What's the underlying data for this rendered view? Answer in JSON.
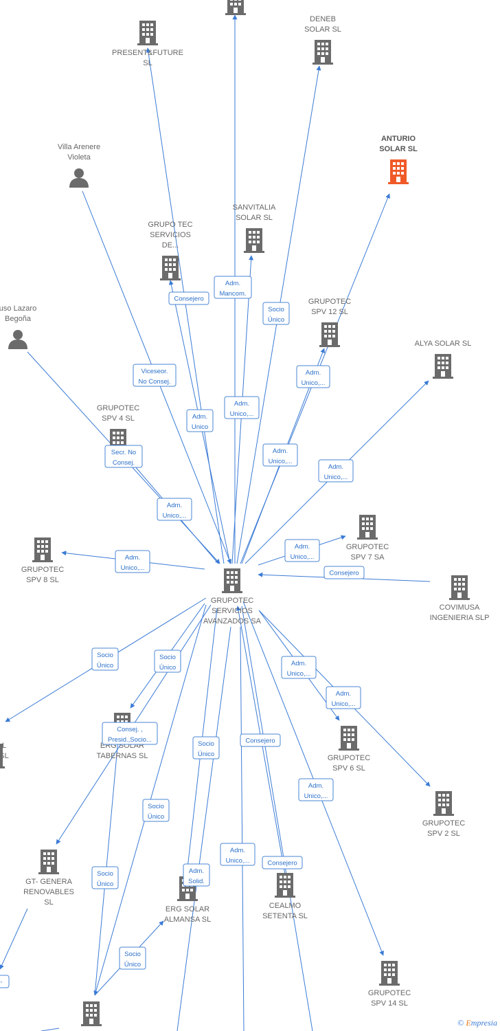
{
  "colors": {
    "edge": "#3a7bd5",
    "building": "#6b6b6b",
    "highlight": "#f05a28",
    "person": "#6b6b6b"
  },
  "nodes": [
    {
      "id": "n_pf",
      "type": "company",
      "lines": [
        "PRESENT&FUTURE",
        "SL"
      ]
    },
    {
      "id": "n_top",
      "type": "company",
      "lines": []
    },
    {
      "id": "n_deneb",
      "type": "company",
      "lines": [
        "DENEB",
        "SOLAR  SL"
      ]
    },
    {
      "id": "n_anturio",
      "type": "company",
      "highlight": true,
      "lines": [
        "ANTURIO",
        "SOLAR  SL"
      ]
    },
    {
      "id": "n_villa",
      "type": "person",
      "lines": [
        "Villa Arenere",
        "Violeta"
      ]
    },
    {
      "id": "n_sanvitalia",
      "type": "company",
      "lines": [
        "SANVITALIA",
        "SOLAR SL"
      ]
    },
    {
      "id": "n_gtsd",
      "type": "company",
      "lines": [
        "GRUPO TEC",
        "SERVICIOS",
        "DE..."
      ]
    },
    {
      "id": "n_lazaro",
      "type": "person",
      "lines": [
        "uso Lazaro",
        "Begoña"
      ]
    },
    {
      "id": "n_spv12",
      "type": "company",
      "lines": [
        "GRUPOTEC",
        "SPV 12  SL"
      ]
    },
    {
      "id": "n_alya",
      "type": "company",
      "lines": [
        "ALYA SOLAR  SL"
      ]
    },
    {
      "id": "n_spv4",
      "type": "company",
      "lines": [
        "GRUPOTEC",
        "SPV 4  SL"
      ]
    },
    {
      "id": "n_spv8",
      "type": "company",
      "lines": [
        "GRUPOTEC",
        "SPV 8  SL"
      ]
    },
    {
      "id": "n_spv7",
      "type": "company",
      "lines": [
        "GRUPOTEC",
        "SPV 7 SA"
      ]
    },
    {
      "id": "n_covimusa",
      "type": "company",
      "lines": [
        "COVIMUSA",
        "INGENIERIA SLP"
      ]
    },
    {
      "id": "n_center",
      "type": "company",
      "lines": [
        "GRUPOTEC",
        "SERVICIOS",
        "AVANZADOS SA"
      ]
    },
    {
      "id": "n_left",
      "type": "company",
      "lines": [
        "L",
        "SL"
      ]
    },
    {
      "id": "n_erg_tab",
      "type": "company",
      "lines": [
        "ERG SOLAR",
        "TABERNAS  SL"
      ]
    },
    {
      "id": "n_spv6",
      "type": "company",
      "lines": [
        "GRUPOTEC",
        "SPV 6  SL"
      ]
    },
    {
      "id": "n_spv2",
      "type": "company",
      "lines": [
        "GRUPOTEC",
        "SPV 2  SL"
      ]
    },
    {
      "id": "n_gtgenera",
      "type": "company",
      "lines": [
        "GT- GENERA",
        "RENOVABLES",
        "SL"
      ]
    },
    {
      "id": "n_erg_alm",
      "type": "company",
      "lines": [
        "ERG SOLAR",
        "ALMANSA  SL"
      ]
    },
    {
      "id": "n_cealmo",
      "type": "company",
      "lines": [
        "CEALMO",
        "SETENTA  SL"
      ]
    },
    {
      "id": "n_spv14",
      "type": "company",
      "lines": [
        "GRUPOTEC",
        "SPV 14  SL"
      ]
    },
    {
      "id": "n_bottom",
      "type": "company",
      "lines": []
    }
  ],
  "relations": [
    {
      "id": "r1",
      "lines": [
        "Adm.",
        "Mancom."
      ]
    },
    {
      "id": "r2",
      "lines": [
        "Consejero"
      ]
    },
    {
      "id": "r3",
      "lines": [
        "Socio",
        "Único"
      ]
    },
    {
      "id": "r4",
      "lines": [
        "Viceseor.",
        "No Consej."
      ]
    },
    {
      "id": "r5",
      "lines": [
        "Adm.",
        "Unico,..."
      ]
    },
    {
      "id": "r6",
      "lines": [
        "Adm.",
        "Unico,..."
      ]
    },
    {
      "id": "r7",
      "lines": [
        "Adm.",
        "Unico"
      ]
    },
    {
      "id": "r8",
      "lines": [
        "Secr.  No",
        "Consej."
      ]
    },
    {
      "id": "r9",
      "lines": [
        "Adm.",
        "Unico,..."
      ]
    },
    {
      "id": "r10",
      "lines": [
        "Adm.",
        "Unico,..."
      ]
    },
    {
      "id": "r11",
      "lines": [
        "Adm.",
        "Unico,..."
      ]
    },
    {
      "id": "r12",
      "lines": [
        "Adm.",
        "Unico,..."
      ]
    },
    {
      "id": "r13",
      "lines": [
        "Adm.",
        "Unico,..."
      ]
    },
    {
      "id": "r14",
      "lines": [
        "Consejero"
      ]
    },
    {
      "id": "r15",
      "lines": [
        "Socio",
        "Único"
      ]
    },
    {
      "id": "r16",
      "lines": [
        "Socio",
        "Único"
      ]
    },
    {
      "id": "r17",
      "lines": [
        "Adm.",
        "Unico,..."
      ]
    },
    {
      "id": "r18",
      "lines": [
        "Adm.",
        "Unico,..."
      ]
    },
    {
      "id": "r19",
      "lines": [
        "Consej. ,",
        "Presid.,Socio..."
      ]
    },
    {
      "id": "r20",
      "lines": [
        "Socio",
        "Único"
      ]
    },
    {
      "id": "r21",
      "lines": [
        "Consejero"
      ]
    },
    {
      "id": "r22",
      "lines": [
        "Adm.",
        "Unico,..."
      ]
    },
    {
      "id": "r23",
      "lines": [
        "Socio",
        "Único"
      ]
    },
    {
      "id": "r24",
      "lines": [
        "Adm.",
        "Unico,..."
      ]
    },
    {
      "id": "r25",
      "lines": [
        "Consejero"
      ]
    },
    {
      "id": "r26",
      "lines": [
        "Adm.",
        "Solid."
      ]
    },
    {
      "id": "r27",
      "lines": [
        "Socio",
        "Único"
      ]
    },
    {
      "id": "r28",
      "lines": [
        "Socio",
        "Único"
      ]
    },
    {
      "id": "r29",
      "lines": [
        "-"
      ]
    }
  ],
  "copyright": {
    "symbol": "©",
    "brand_e": "E",
    "brand_rest": "mpresia"
  }
}
